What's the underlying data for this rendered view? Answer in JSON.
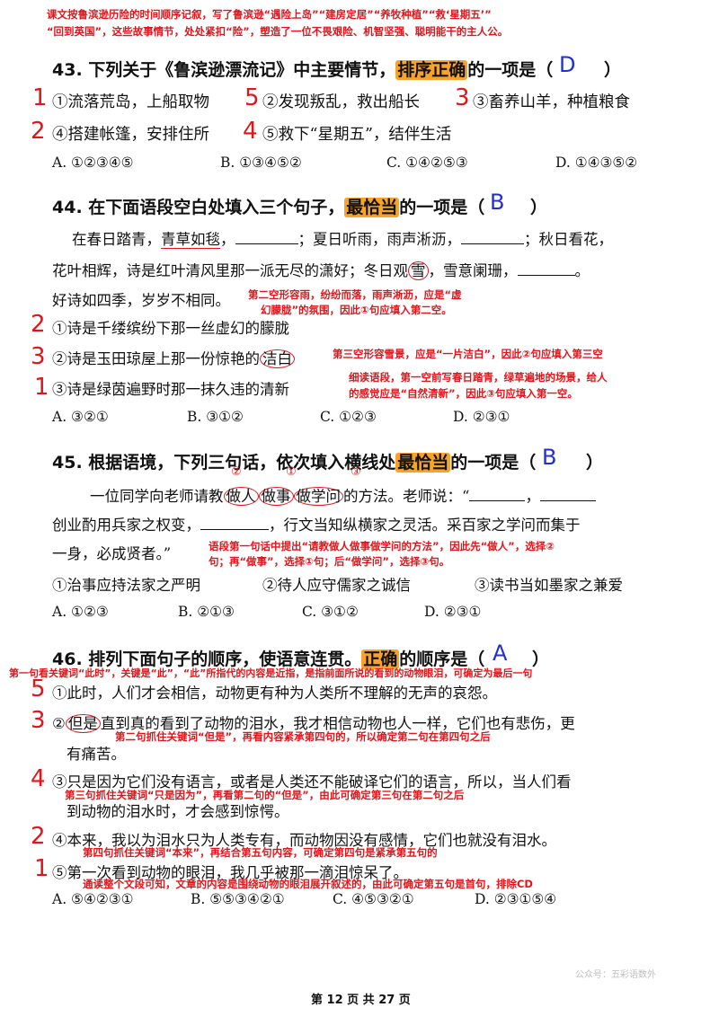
{
  "top_note": [
    "课文按鲁滨逊历险的时间顺序记叙，写了鲁滨逊“遇险上岛”“建房定居”“养牧种植”“救‘星期五’”",
    "“回到英国”，这些故事情节，处处紧扣“险”，塑造了一位不畏艰险、机智坚强、聪明能干的主人公。"
  ],
  "q43": {
    "pre": "43. 下列关于《鲁滨逊漂流记》中主要情节，",
    "hl": "排序正确",
    "post": "的一项是（",
    "close": "）",
    "answer": "D",
    "row1": {
      "m1": "1",
      "t1": "①流落荒岛，上船取物",
      "m2": "5",
      "t2": "②发现叛乱，救出船长",
      "m3": "3",
      "t3": "③畜养山羊，种植粮食"
    },
    "row2": {
      "m1": "2",
      "t1": "④搭建帐篷，安排住所",
      "m2": "4",
      "t2": "⑤救下“星期五”，结伴生活"
    },
    "options": [
      "A. ①②③④⑤",
      "B. ①③④⑤②",
      "C. ①④②⑤③",
      "D. ①④③⑤②"
    ]
  },
  "q44": {
    "pre": "44. 在下面语段空白处填入三个句子，",
    "hl": "最恰当",
    "post": "的一项是（",
    "close": "）",
    "answer": "B",
    "p1a": "在春日踏青，",
    "p1u": "青草如毯",
    "p1b": "，",
    "p1c": "；夏日听雨，雨声淅沥，",
    "p1d": "；秋日看花，",
    "p2a": "花叶相辉，诗是红叶清风里那一派无尽的潇好；冬日观",
    "p2c": "雪",
    "p2b": "，雪意阑珊，",
    "p2d": "。",
    "p3": "好诗如四季，岁岁不相同。",
    "n1a": "第二空形容雨，纷纷而落，雨声淅沥，应是“虚",
    "n1b": "幻朦胧”的氛围，因此①句应填入第二空。",
    "s1m": "2",
    "s1": "①诗是千缕缤纷下那一丝虚幻的朦胧",
    "s2m": "3",
    "s2a": "②诗是玉田琼屋上那一份惊艳的",
    "s2c": "洁白",
    "n2": "第三空形容雪景，应是“一片洁白”，因此②句应填入第三空",
    "s3m": "1",
    "s3": "③诗是绿茵遍野时那一抹久违的清新",
    "n3a": "细读语段，第一空前写春日踏青，绿草遍地的场景，给人",
    "n3b": "的感觉应是“自然清新”，因此③句应填入第一空。",
    "options": [
      "A. ③②①",
      "B. ③①②",
      "C. ①②③",
      "D. ②③①"
    ]
  },
  "q45": {
    "pre": "45. 根据语境，下列三句话，依次填入横线处",
    "hl": "最恰当",
    "post": "的一项是（",
    "close": "）",
    "answer": "B",
    "p1a": "一位同学向老师请教",
    "c1": "做人",
    "c1m": "②",
    "c2": "做事",
    "c2m": "①",
    "c3": "做学问",
    "c3m": "③",
    "p1b": "的方法。老师说：“",
    "p1c": "，",
    "p2a": "创业酌用兵家之权变，",
    "p2b": "，行文当知纵横家之灵活。采百家之学问而集于",
    "p3": "一身，必成贤者。”",
    "na": "语段第一句话中提出“请教做人做事做学问的方法”，因此先“做人”，选择②",
    "nb": "句；再“做事”，选择①句；后“做学问”，选择③句。",
    "items": [
      "①治事应持法家之严明",
      "②待人应守儒家之诚信",
      "③读书当如墨家之兼爱"
    ],
    "options": [
      "A. ①②③",
      "B. ②①③",
      "C. ③①②",
      "D. ②③①"
    ]
  },
  "q46": {
    "pre": "46. 排列下面句子的顺序，使语意连贯。",
    "hl": "正确",
    "post": "的顺序是（",
    "close": "）",
    "answer": "A",
    "n0": "第一句看关键词“此时”，关键是“此”，“此”所指代的内容是近指，是指前面所说的看到的动物眼泪，可确定为最后一句",
    "s1m": "5",
    "s1": "①此时，人们才会相信，动物更有种为人类所不理解的无声的哀怨。",
    "s2m": "3",
    "s2num": "②",
    "s2c": "但是",
    "s2a": "直到真的看到了动物的泪水，我才相信动物也人一样，它们也有悲伤，更",
    "s2b": "有痛苦。",
    "n2": "第二句抓住关键词“但是”，再看内容紧承第四句的，所以确定第二句在第四句之后",
    "s3m": "4",
    "s3a": "③只是因为它们没有语言，或者是人类还不能破译它们的语言，所以，当人们看",
    "n3": "第三句抓住关键词“只是因为”，再看第二句的“但是”，由此可确定第三句在第二句之后",
    "s3b": "到动物的泪水时，才会感到惊愕。",
    "s4m": "2",
    "s4": "④本来，我以为泪水只为人类专有，而动物因没有感情，它们也就没有泪水。",
    "n4": "第四句抓住关键词“本来”，再结合第五句内容，可确定第四句是紧承第五句的",
    "s5m": "1",
    "s5": "⑤第一次看到动物的眼泪，我几乎被那一滴泪惊呆了。",
    "n5": "通读整个文段可知，文章的内容是围绕动物的眼泪展开叙述的，由此可确定第五句是首句，排除CD",
    "options": [
      "A. ⑤④②③①",
      "B. ⑤⑤③④②①",
      "C. ④⑤③②①",
      "D. ②③①⑤④"
    ]
  },
  "footer": "第 12 页 共 27 页",
  "watermark": "公众号：五彩语数外"
}
